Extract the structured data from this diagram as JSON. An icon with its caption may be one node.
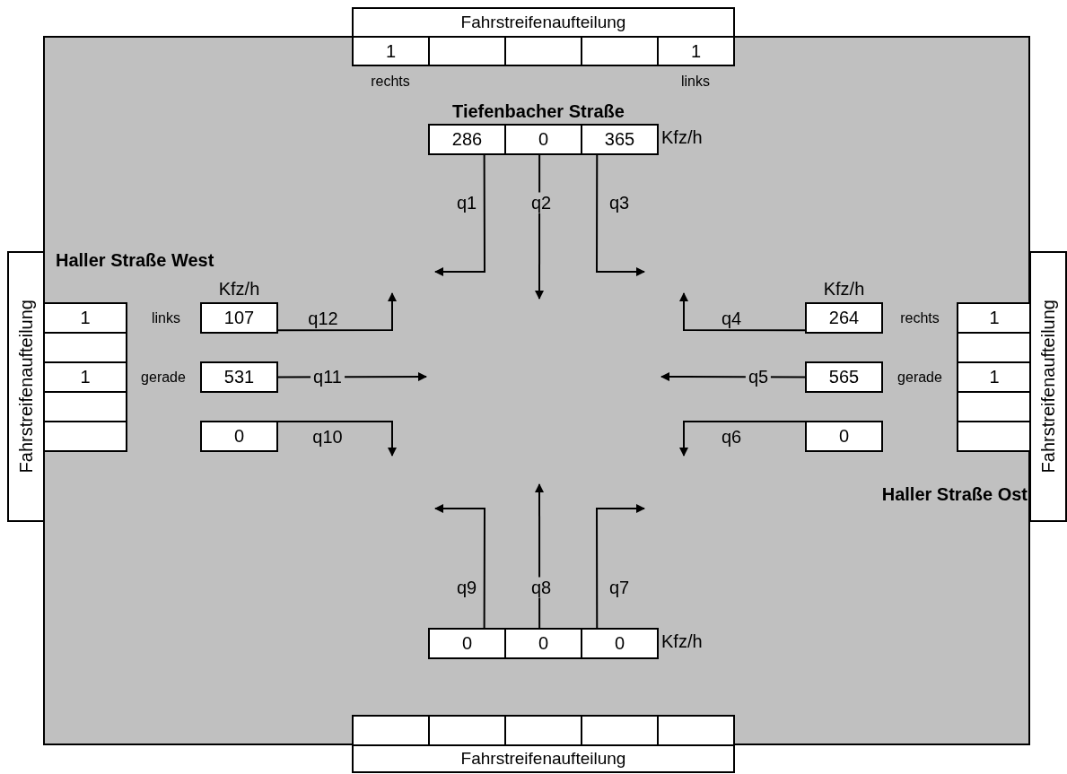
{
  "diagram": {
    "nodes": [
      {
        "text": [
          "Fahrstreifenaufteilung"
        ]
      },
      {
        "text": [
          "1"
        ],
        "beside": [
          "rechts"
        ]
      },
      {
        "text": [],
        "shape": "box"
      },
      {
        "text": [],
        "shape": "box"
      },
      {
        "text": [],
        "shape": "box"
      },
      {
        "text": [
          "1"
        ],
        "beside": [
          "links"
        ]
      },
      {
        "text": [
          "286"
        ]
      },
      {
        "text": [
          "0"
        ]
      },
      {
        "text": [
          "365"
        ],
        "beside": [
          "Kfz/h"
        ]
      },
      {
        "text": [
          "Fahrstreifenaufteilung"
        ]
      },
      {
        "text": [
          "1"
        ],
        "beside": [
          "links"
        ]
      },
      {
        "text": [],
        "shape": "box"
      },
      {
        "text": [
          "1"
        ],
        "beside": [
          "gerade"
        ]
      },
      {
        "text": [],
        "shape": "box"
      },
      {
        "text": [],
        "shape": "box"
      },
      {
        "text": [
          "107"
        ],
        "beside": [
          "Kfz/h"
        ]
      },
      {
        "text": [
          "531"
        ]
      },
      {
        "text": [
          "0"
        ]
      },
      {
        "text": [
          "264"
        ],
        "beside": [
          "Kfz/h"
        ]
      },
      {
        "text": [
          "565"
        ]
      },
      {
        "text": [
          "0"
        ]
      },
      {
        "text": [
          "1"
        ],
        "beside": [
          "rechts"
        ]
      },
      {
        "text": [],
        "shape": "box"
      },
      {
        "text": [
          "1"
        ],
        "beside": [
          "gerade"
        ]
      },
      {
        "text": [],
        "shape": "box"
      },
      {
        "text": [],
        "shape": "box"
      },
      {
        "text": [
          "Fahrstreifenaufteilung"
        ]
      },
      {
        "text": [
          "0"
        ]
      },
      {
        "text": [
          "0"
        ]
      },
      {
        "text": [
          "0"
        ],
        "beside": [
          "Kfz/h"
        ]
      },
      {
        "text": [],
        "shape": "box"
      },
      {
        "text": [],
        "shape": "box"
      },
      {
        "text": [],
        "shape": "box"
      },
      {
        "text": [],
        "shape": "box"
      },
      {
        "text": [],
        "shape": "box"
      },
      {
        "text": [
          "Fahrstreifenaufteilung"
        ]
      }
    ],
    "edges": [
      {
        "from": 6,
        "to": null,
        "arrow": "to",
        "label": "q1"
      },
      {
        "from": 7,
        "to": null,
        "arrow": "to",
        "label": "q2"
      },
      {
        "from": 8,
        "to": null,
        "arrow": "to",
        "label": "q3"
      },
      {
        "from": 18,
        "to": null,
        "arrow": "to",
        "label": "q4"
      },
      {
        "from": 19,
        "to": null,
        "arrow": "to",
        "label": "q5"
      },
      {
        "from": 20,
        "to": null,
        "arrow": "to",
        "label": "q6"
      },
      {
        "from": 29,
        "to": null,
        "arrow": "to",
        "label": "q7"
      },
      {
        "from": 28,
        "to": null,
        "arrow": "to",
        "label": "q8"
      },
      {
        "from": 27,
        "to": null,
        "arrow": "to",
        "label": "q9"
      },
      {
        "from": 17,
        "to": null,
        "arrow": "to",
        "label": "q10"
      },
      {
        "from": 16,
        "to": null,
        "arrow": "to",
        "label": "q11"
      },
      {
        "from": 15,
        "to": null,
        "arrow": "to",
        "label": "q12"
      }
    ],
    "labels": [
      "Tiefenbacher Straße",
      "Haller Straße West",
      "Haller Straße Ost"
    ]
  }
}
